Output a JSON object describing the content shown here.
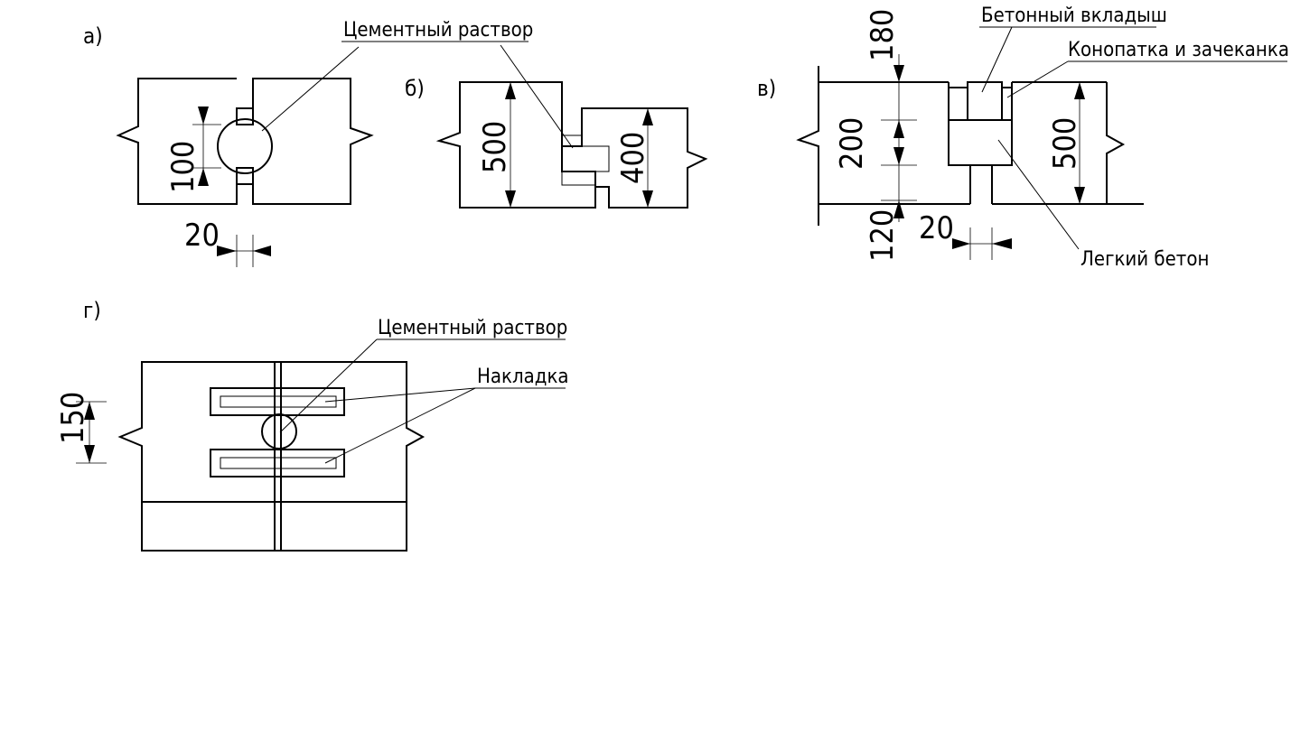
{
  "fragments": {
    "a": {
      "label": "а)",
      "callout": "Цементный раствор",
      "dim_joint_height": "100",
      "dim_gap": "20"
    },
    "b": {
      "label": "б)",
      "dim_left_height": "500",
      "dim_right_height": "400"
    },
    "v": {
      "label": "в)",
      "callout_insert": "Бетонный вкладыш",
      "callout_caulking": "Конопатка и зачеканка",
      "callout_lightweight": "Легкий бетон",
      "dim_top": "180",
      "dim_middle": "200",
      "dim_bottom": "120",
      "dim_gap": "20",
      "dim_right_height": "500"
    },
    "g": {
      "label": "г)",
      "callout_mortar": "Цементный раствор",
      "callout_plate": "Накладка",
      "dim_height": "150"
    }
  }
}
